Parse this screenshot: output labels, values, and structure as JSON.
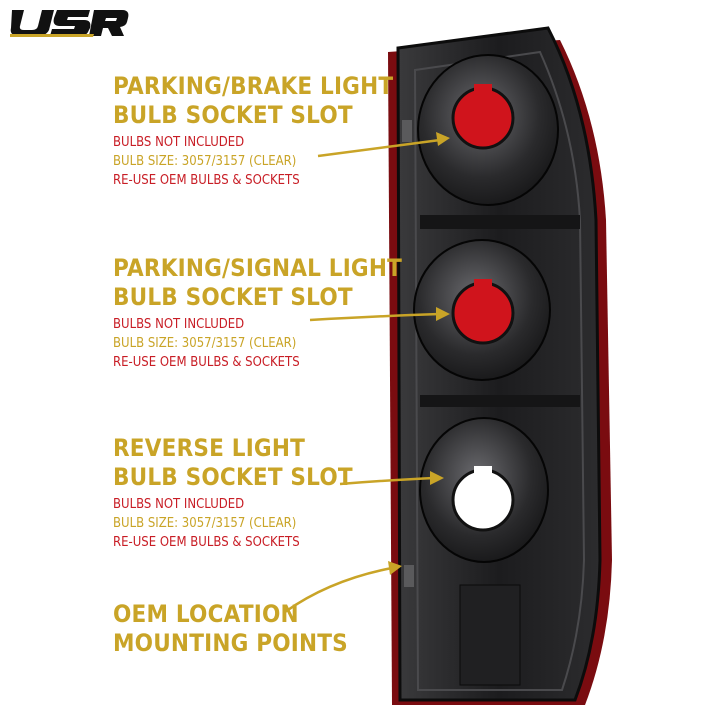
{
  "brand": {
    "logo_text": "USR",
    "accent": "#c9a427",
    "note_red": "#c81d25"
  },
  "callouts": [
    {
      "title_line1": "PARKING/BRAKE LIGHT",
      "title_line2": "BULB SOCKET SLOT",
      "note1": "BULBS NOT INCLUDED",
      "note2": "BULB SIZE: 3057/3157 (CLEAR)",
      "note3": "RE-USE OEM BULBS & SOCKETS"
    },
    {
      "title_line1": "PARKING/SIGNAL LIGHT",
      "title_line2": "BULB SOCKET SLOT",
      "note1": "BULBS NOT INCLUDED",
      "note2": "BULB SIZE: 3057/3157 (CLEAR)",
      "note3": "RE-USE OEM BULBS & SOCKETS"
    },
    {
      "title_line1": "REVERSE LIGHT",
      "title_line2": "BULB SOCKET SLOT",
      "note1": "BULBS NOT INCLUDED",
      "note2": "BULB SIZE: 3057/3157 (CLEAR)",
      "note3": "RE-USE OEM BULBS & SOCKETS"
    },
    {
      "title_line1": "OEM LOCATION",
      "title_line2": "MOUNTING POINTS"
    }
  ]
}
